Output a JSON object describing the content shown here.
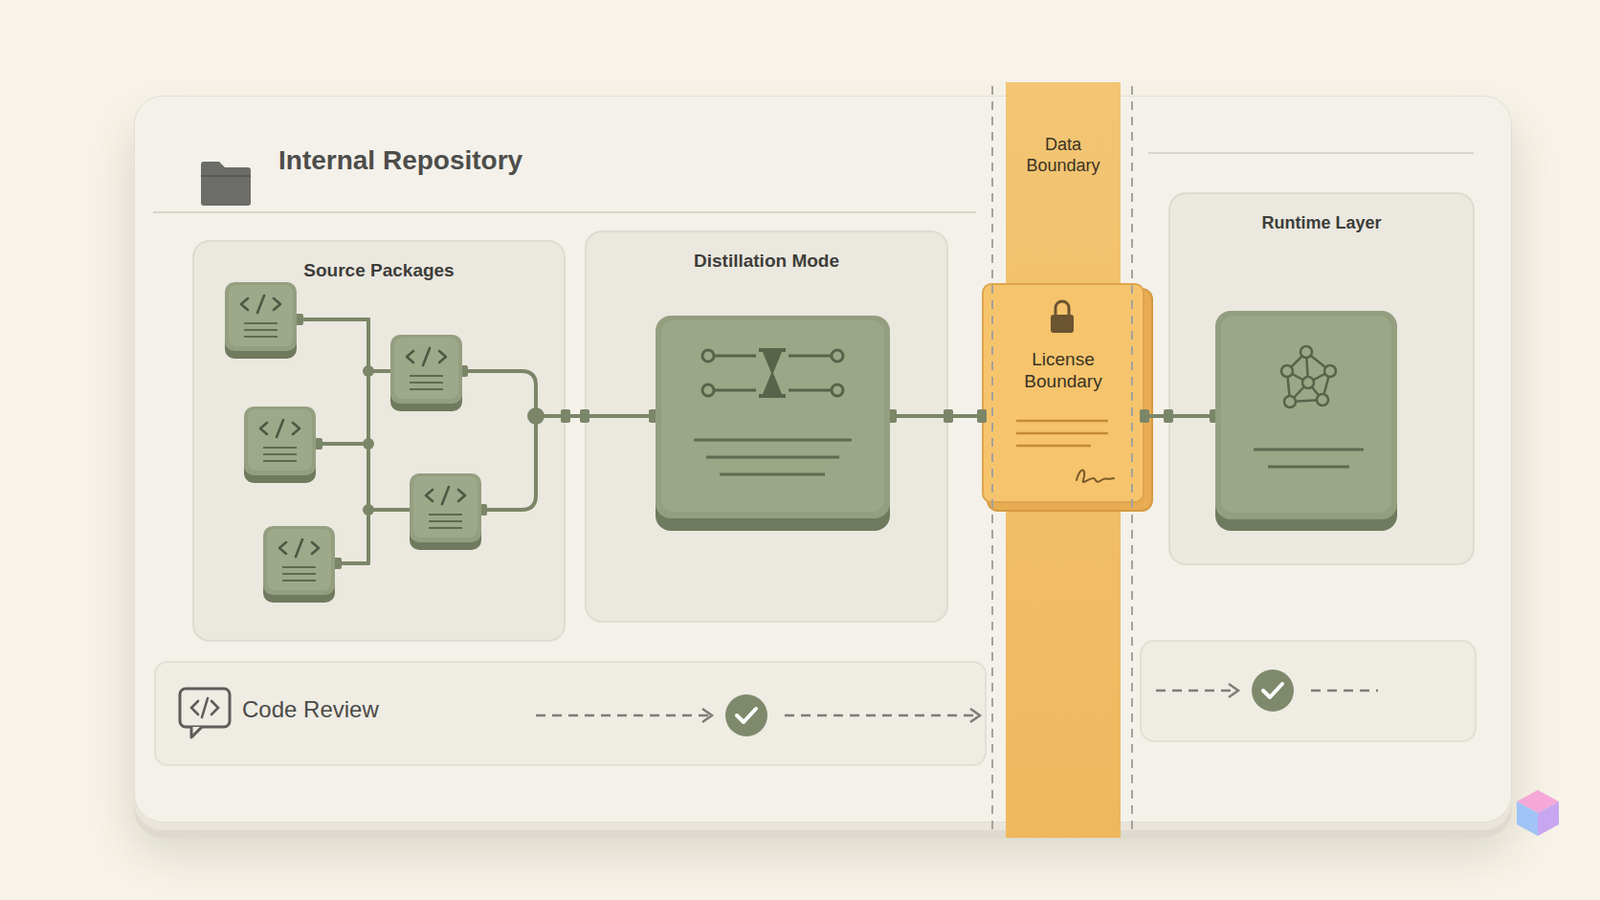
{
  "diagram": {
    "nodes": [
      {
        "text": [
          "Internal Repository"
        ]
      },
      {
        "text": [
          "Source Packages"
        ],
        "in": 0
      },
      {
        "text": [
          "Distillation Mode"
        ],
        "in": 0
      },
      {
        "text": [
          "Data Boundary"
        ],
        "in": 0
      },
      {
        "text": [
          "License Boundary"
        ],
        "in": 3
      },
      {
        "text": [
          "Runtime Layer"
        ],
        "in": 0
      },
      {
        "text": [
          "Code Review"
        ],
        "in": 0
      }
    ],
    "edges": [
      {
        "from": 1,
        "to": 2,
        "arrow": "none"
      },
      {
        "from": 2,
        "to": 4,
        "arrow": "none"
      },
      {
        "from": 4,
        "to": 5,
        "arrow": "none"
      }
    ]
  }
}
